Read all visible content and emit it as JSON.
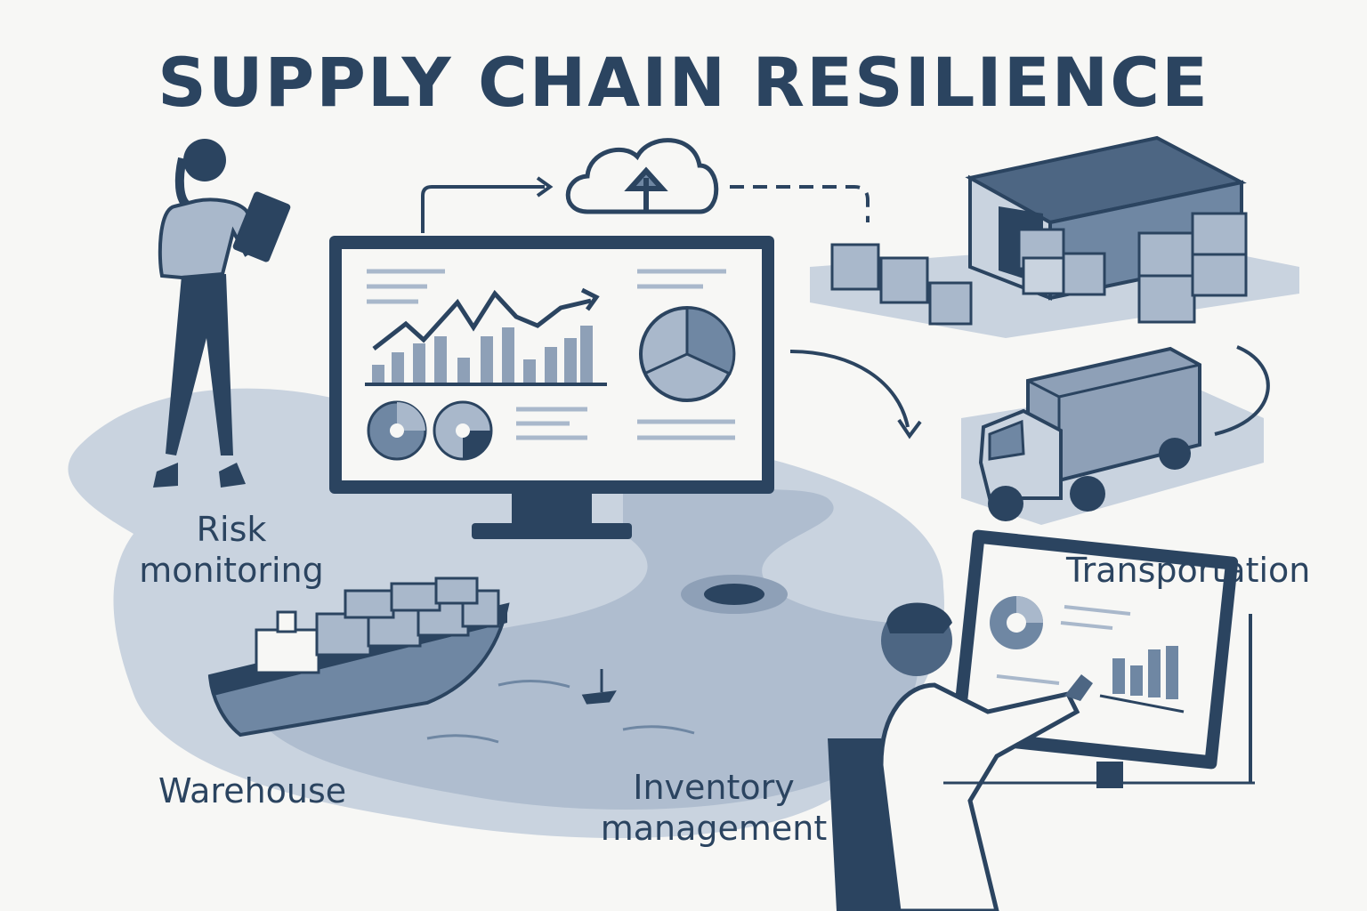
{
  "title": "SUPPLY CHAIN RESILIENCE",
  "labels": {
    "risk_monitoring": "Risk\nmonitoring",
    "warehouse": "Warehouse",
    "transportation": "Transportation",
    "inventory_management": "Inventory\nmanagement"
  },
  "icons": [
    "cloud-upload-icon",
    "warehouse-icon",
    "truck-icon",
    "cargo-ship-icon",
    "monitor-icon",
    "person-icon"
  ],
  "colors": {
    "primary": "#2b4460",
    "mid": "#6f87a3",
    "light": "#a9b8cb",
    "pale": "#c9d3df",
    "background": "#f7f7f5"
  }
}
